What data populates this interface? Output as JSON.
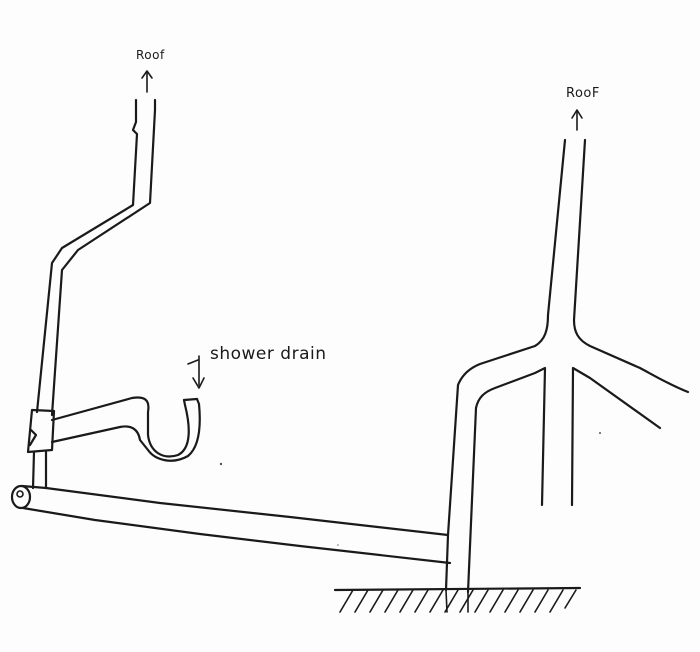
{
  "labels": {
    "roof_left": "Roof",
    "roof_right": "RooF",
    "shower_drain": "shower drain"
  }
}
